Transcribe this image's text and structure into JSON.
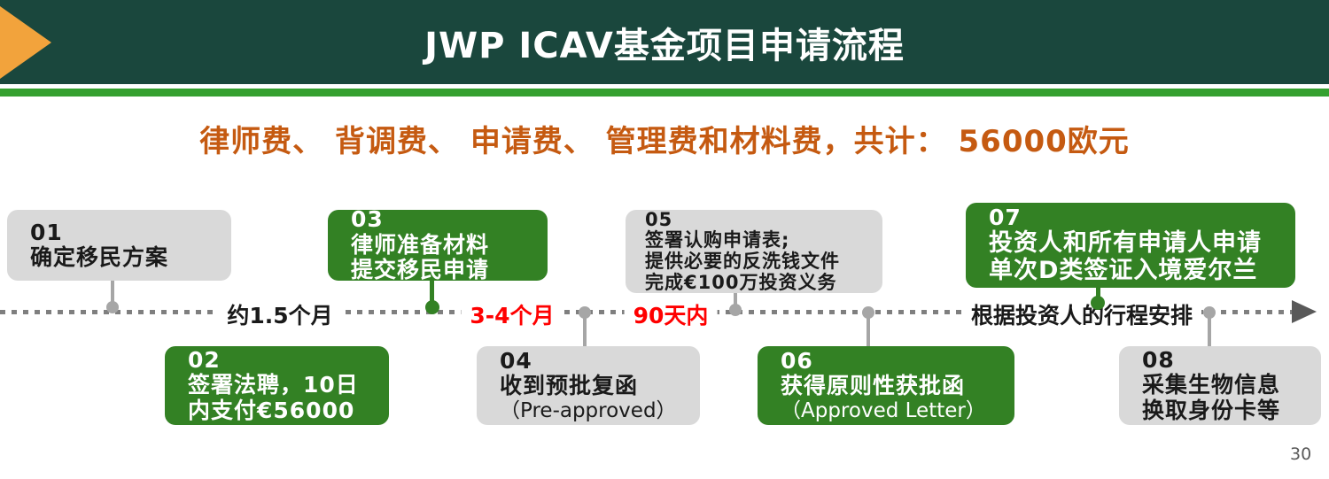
{
  "header": {
    "title": "JWP ICAV基金项目申请流程"
  },
  "subtitle": "律师费、 背调费、 申请费、 管理费和材料费，共计： 56000欧元",
  "timeline_labels": [
    {
      "text": "约1.5个月",
      "color": "#1a1a1a"
    },
    {
      "text": "3-4个月",
      "color": "#ff0000"
    },
    {
      "text": "90天内",
      "color": "#ff0000"
    },
    {
      "text": "根据投资人的行程安排",
      "color": "#1a1a1a"
    }
  ],
  "steps": [
    {
      "number": "01",
      "lines": [
        "确定移民方案"
      ],
      "variant": "gray",
      "position": "above"
    },
    {
      "number": "02",
      "lines": [
        "签署法聘，10日",
        "内支付€56000"
      ],
      "variant": "green",
      "position": "below"
    },
    {
      "number": "03",
      "lines": [
        "律师准备材料",
        "提交移民申请"
      ],
      "variant": "green",
      "position": "above"
    },
    {
      "number": "04",
      "lines": [
        "收到预批复函",
        "（Pre-approved）"
      ],
      "variant": "gray",
      "position": "below"
    },
    {
      "number": "05",
      "lines": [
        "签署认购申请表;",
        "提供必要的反洗钱文件",
        "完成€100万投资义务"
      ],
      "variant": "gray",
      "position": "above"
    },
    {
      "number": "06",
      "lines": [
        "获得原则性获批函",
        "（Approved Letter）"
      ],
      "variant": "green",
      "position": "below"
    },
    {
      "number": "07",
      "lines": [
        "投资人和所有申请人申请",
        "单次D类签证入境爱尔兰"
      ],
      "variant": "green",
      "position": "above"
    },
    {
      "number": "08",
      "lines": [
        "采集生物信息",
        "换取身份卡等"
      ],
      "variant": "gray",
      "position": "below"
    }
  ],
  "page_number": "30",
  "colors": {
    "header_bg": "#1a473d",
    "stripe_green": "#35a02f",
    "box_green": "#338124",
    "box_gray": "#d9d9d9",
    "subtitle_orange": "#c55a11",
    "label_red": "#ff0000",
    "triangle_orange": "#f2a33c",
    "timeline_gray": "#7f7f7f"
  }
}
